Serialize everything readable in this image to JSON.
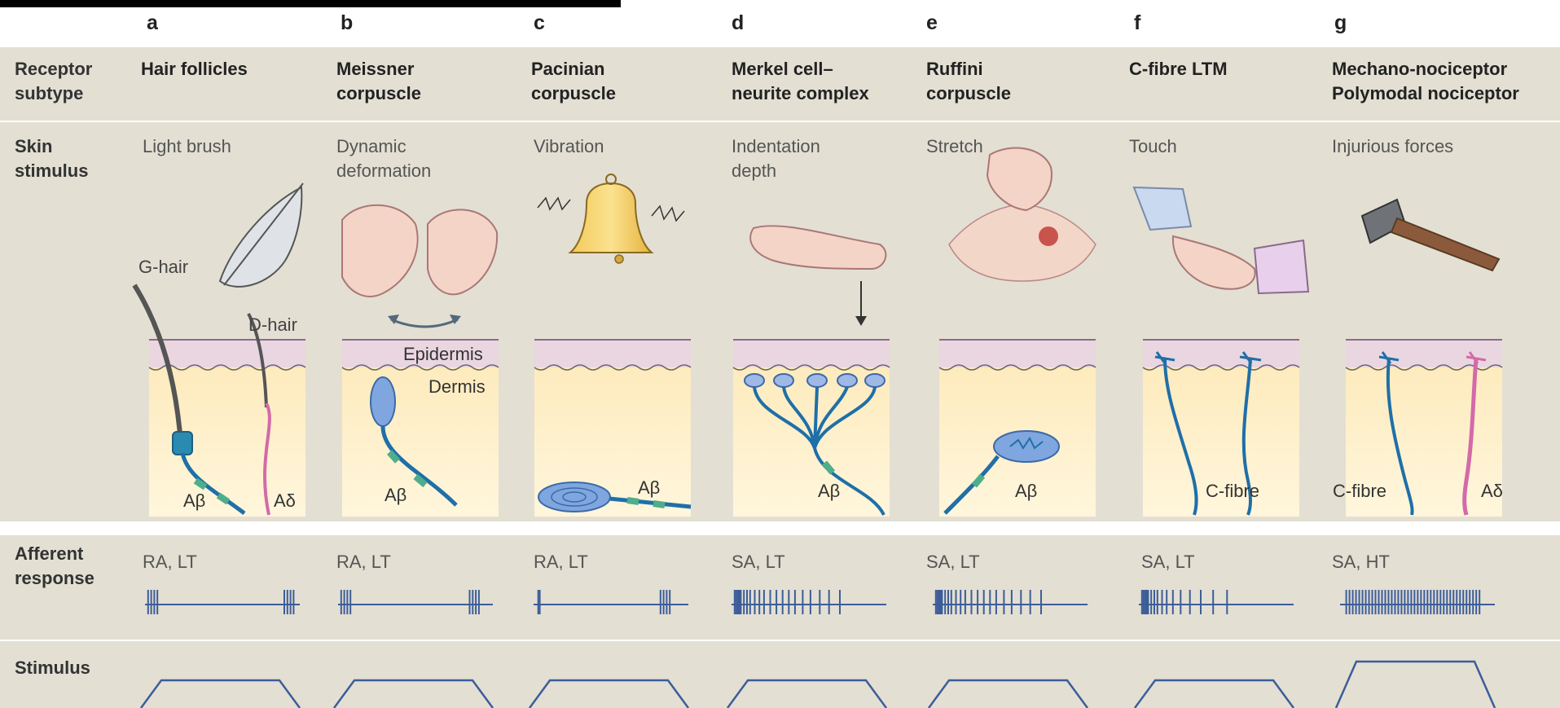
{
  "letters": [
    "a",
    "b",
    "c",
    "d",
    "e",
    "f",
    "g"
  ],
  "row_labels": {
    "receptor": "Receptor\nsubtype",
    "skin": "Skin\nstimulus",
    "afferent": "Afferent\nresponse",
    "stimulus": "Stimulus"
  },
  "columns": [
    {
      "subtype": "Hair follicles",
      "stimulus": "Light brush",
      "response": "RA, LT",
      "fibres": [
        "Aβ",
        "Aδ"
      ]
    },
    {
      "subtype": "Meissner\ncorpuscle",
      "stimulus": "Dynamic\ndeformation",
      "response": "RA, LT",
      "fibres": [
        "Aβ"
      ]
    },
    {
      "subtype": "Pacinian\ncorpuscle",
      "stimulus": "Vibration",
      "response": "RA, LT",
      "fibres": [
        "Aβ"
      ]
    },
    {
      "subtype": "Merkel cell–\nneurite complex",
      "stimulus": "Indentation\ndepth",
      "response": "SA, LT",
      "fibres": [
        "Aβ"
      ]
    },
    {
      "subtype": "Ruffini\ncorpuscle",
      "stimulus": "Stretch",
      "response": "SA, LT",
      "fibres": [
        "Aβ"
      ]
    },
    {
      "subtype": "C-fibre LTM",
      "stimulus": "Touch",
      "response": "SA, LT",
      "fibres": [
        "C-fibre"
      ]
    },
    {
      "subtype": "Mechano-nociceptor\nPolymodal nociceptor",
      "stimulus": "Injurious forces",
      "response": "SA, HT",
      "fibres": [
        "C-fibre",
        "Aδ"
      ]
    }
  ],
  "labels": {
    "g_hair": "G-hair",
    "d_hair": "D-hair",
    "epidermis": "Epidermis",
    "dermis": "Dermis"
  },
  "colors": {
    "band": "#e3dfd3",
    "skin_top": "#e9d7e0",
    "dermis": "#fcefc8",
    "nerve": "#1f6fa8",
    "myelin": "#4fae8a",
    "ad_fibre": "#d36aa8",
    "trace": "#3c5d99"
  }
}
